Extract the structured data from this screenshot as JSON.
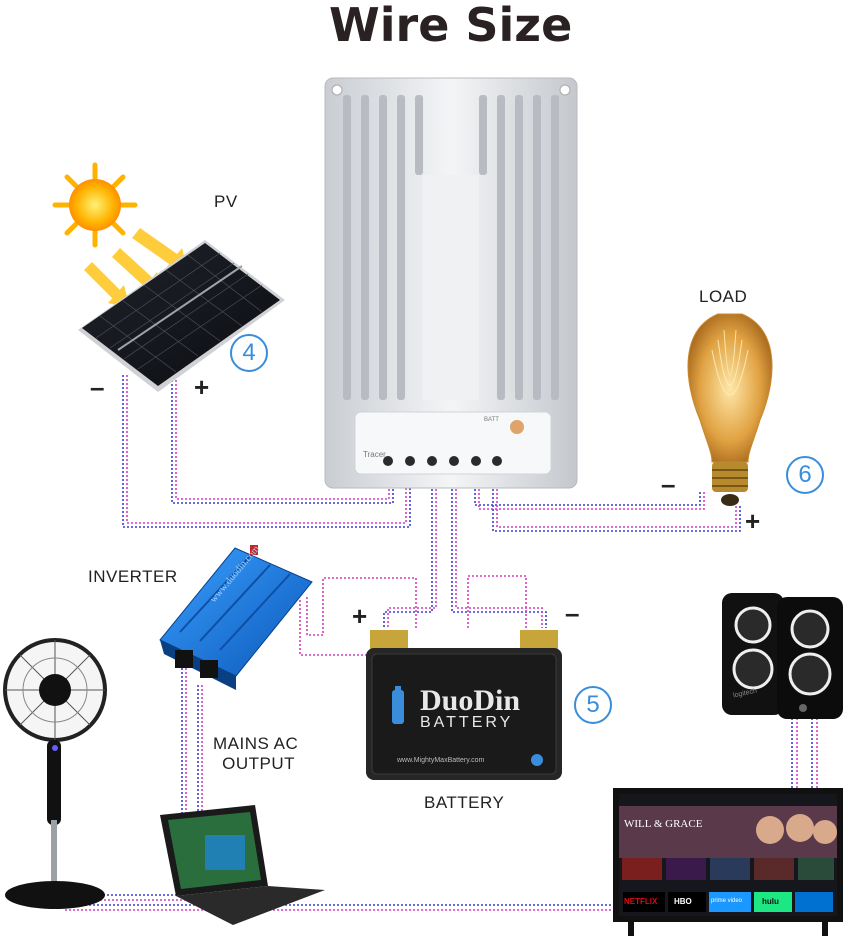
{
  "title": "Wire Size",
  "labels": {
    "pv": "PV",
    "load": "LOAD",
    "inverter": "INVERTER",
    "mains_line1": "MAINS AC",
    "mains_line2": "OUTPUT",
    "battery": "BATTERY"
  },
  "markers": {
    "pv_num": "4",
    "battery_num": "5",
    "load_num": "6"
  },
  "signs": {
    "pv_minus": "–",
    "pv_plus": "+",
    "load_minus": "–",
    "load_plus": "+",
    "bat_plus": "+",
    "bat_minus": "–"
  },
  "device_text": {
    "controller_brand": "Tracer",
    "controller_batt": "BATT",
    "inverter_brand": "www.duodin.com",
    "battery_brand": "DuoDin",
    "battery_word": "BATTERY",
    "battery_url": "www.MightyMaxBattery.com",
    "speaker_brand": "logitech",
    "tv_show": "WILL & GRACE",
    "tv_apps": [
      "NETFLIX",
      "HBO",
      "prime video",
      "hulu"
    ]
  },
  "colors": {
    "wire_blue": "#3b3bd6",
    "wire_magenta": "#d23fc0",
    "accent_number": "#3a8ddb"
  }
}
